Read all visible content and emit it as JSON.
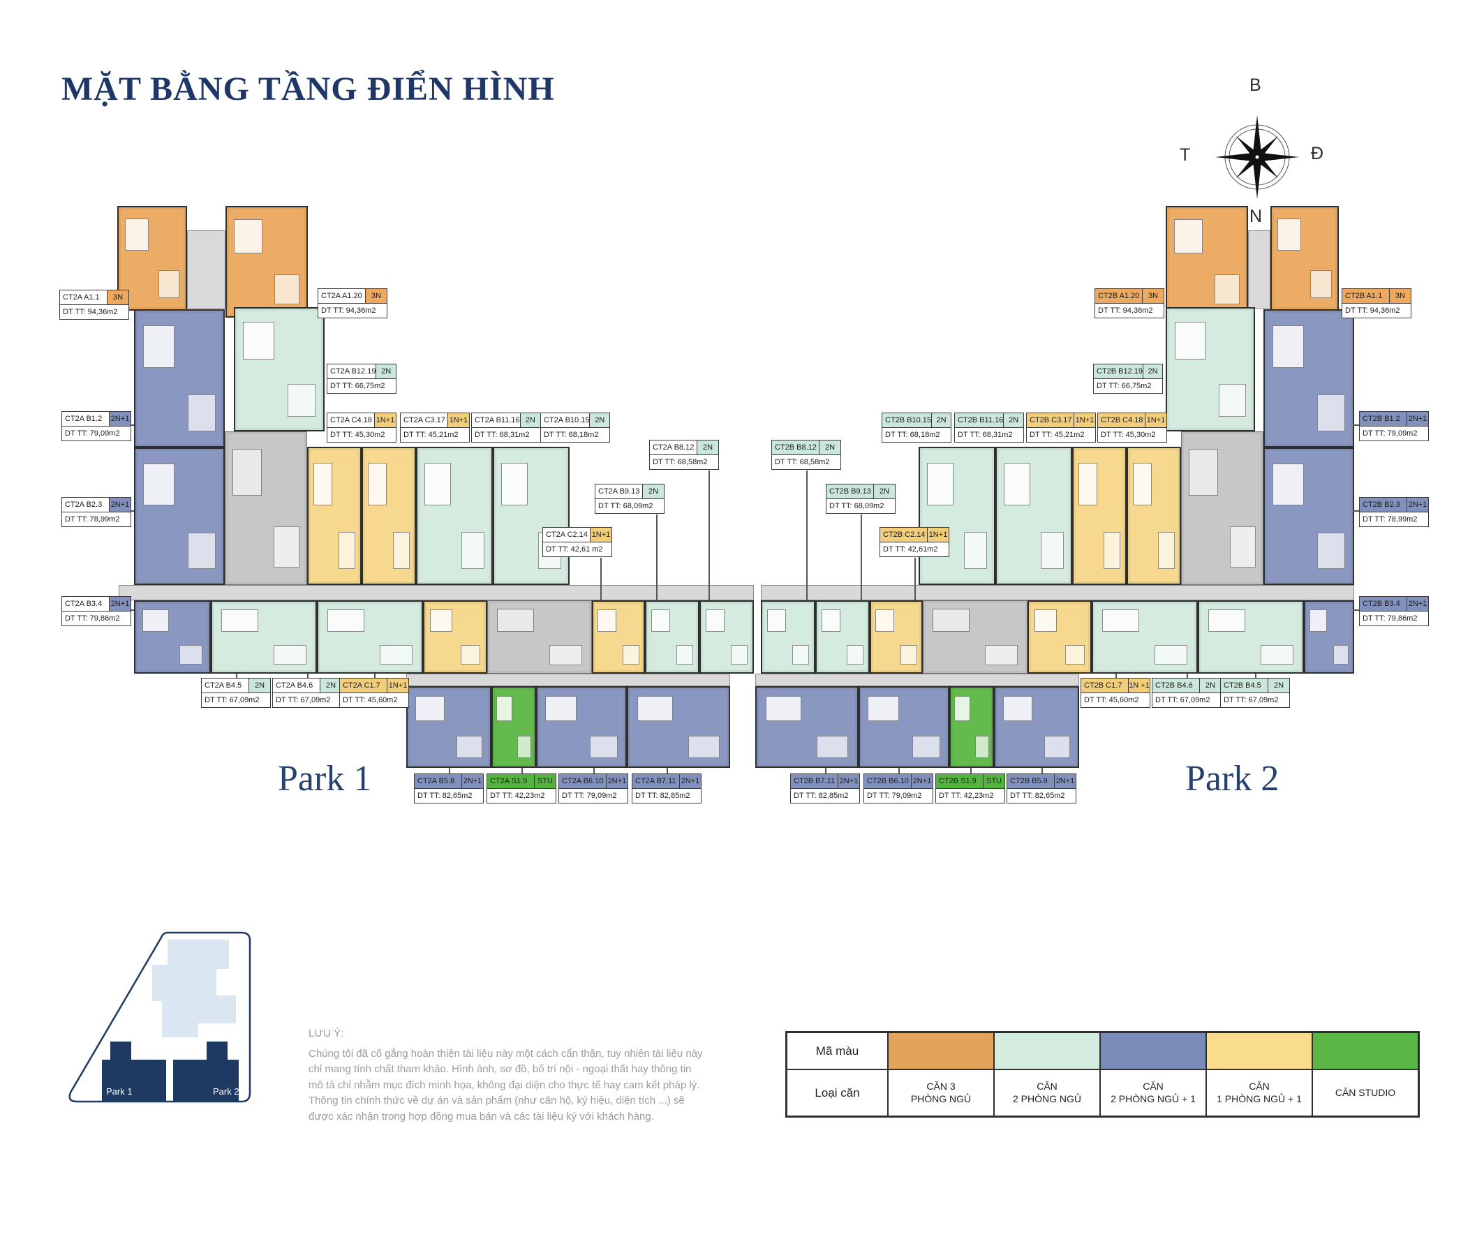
{
  "title": "MẶT BẰNG TẦNG ĐIỂN HÌNH",
  "compass": {
    "north": "B",
    "east": "Đ",
    "south": "N",
    "west": "T"
  },
  "park1": {
    "title": "Park 1",
    "units": [
      {
        "code": "CT2A A1.1",
        "type": "3N",
        "area": "DT TT: 94,36m2"
      },
      {
        "code": "CT2A A1.20",
        "type": "3N",
        "area": "DT TT: 94,36m2"
      },
      {
        "code": "CT2A B12.19",
        "type": "2N",
        "area": "DT TT: 66,75m2"
      },
      {
        "code": "CT2A B1.2",
        "type": "2N+1",
        "area": "DT TT: 79,09m2"
      },
      {
        "code": "CT2A C4.18",
        "type": "1N+1",
        "area": "DT TT: 45,30m2"
      },
      {
        "code": "CT2A C3.17",
        "type": "1N+1",
        "area": "DT TT: 45,21m2"
      },
      {
        "code": "CT2A B11.16",
        "type": "2N",
        "area": "DT TT: 68,31m2"
      },
      {
        "code": "CT2A B10.15",
        "type": "2N",
        "area": "DT TT: 68,18m2"
      },
      {
        "code": "CT2A B8.12",
        "type": "2N",
        "area": "DT TT: 68,58m2"
      },
      {
        "code": "CT2A B2.3",
        "type": "2N+1",
        "area": "DT TT: 78,99m2"
      },
      {
        "code": "CT2A B9.13",
        "type": "2N",
        "area": "DT TT: 68,09m2"
      },
      {
        "code": "CT2A C2.14",
        "type": "1N+1",
        "area": "DT TT: 42,61 m2"
      },
      {
        "code": "CT2A B3.4",
        "type": "2N+1",
        "area": "DT TT: 79,86m2"
      },
      {
        "code": "CT2A B4.5",
        "type": "2N",
        "area": "DT TT: 67,09m2"
      },
      {
        "code": "CT2A B4.6",
        "type": "2N",
        "area": "DT TT: 67,09m2"
      },
      {
        "code": "CT2A C1.7",
        "type": "1N+1",
        "area": "DT TT: 45,60m2"
      },
      {
        "code": "CT2A B5.8",
        "type": "2N+1",
        "area": "DT TT: 82,65m2"
      },
      {
        "code": "CT2A S1.9",
        "type": "STU",
        "area": "DT TT: 42,23m2"
      },
      {
        "code": "CT2A B6.10",
        "type": "2N+1",
        "area": "DT TT: 79,09m2"
      },
      {
        "code": "CT2A B7.11",
        "type": "2N+1",
        "area": "DT TT: 82,85m2"
      }
    ]
  },
  "park2": {
    "title": "Park 2",
    "units": [
      {
        "code": "CT2B A1.20",
        "type": "3N",
        "area": "DT TT: 94,36m2"
      },
      {
        "code": "CT2B A1.1",
        "type": "3N",
        "area": "DT TT: 94,36m2"
      },
      {
        "code": "CT2B B12.19",
        "type": "2N",
        "area": "DT TT: 66,75m2"
      },
      {
        "code": "CT2B B10.15",
        "type": "2N",
        "area": "DT TT: 68,18m2"
      },
      {
        "code": "CT2B B11.16",
        "type": "2N",
        "area": "DT TT: 68,31m2"
      },
      {
        "code": "CT2B C3.17",
        "type": "1N+1",
        "area": "DT TT: 45,21m2"
      },
      {
        "code": "CT2B C4.18",
        "type": "1N+1",
        "area": "DT TT: 45,30m2"
      },
      {
        "code": "CT2B B8.12",
        "type": "2N",
        "area": "DT TT: 68,58m2"
      },
      {
        "code": "CT2B B1.2",
        "type": "2N+1",
        "area": "DT TT: 79,09m2"
      },
      {
        "code": "CT2B B9.13",
        "type": "2N",
        "area": "DT TT: 68,09m2"
      },
      {
        "code": "CT2B C2.14",
        "type": "1N+1",
        "area": "DT TT: 42,61m2"
      },
      {
        "code": "CT2B B2.3",
        "type": "2N+1",
        "area": "DT TT: 78,99m2"
      },
      {
        "code": "CT2B B3.4",
        "type": "2N+1",
        "area": "DT TT: 79,86m2"
      },
      {
        "code": "CT2B C1.7",
        "type": "1N +1",
        "area": "DT TT: 45,60m2"
      },
      {
        "code": "CT2B B4.6",
        "type": "2N",
        "area": "DT TT: 67,09m2"
      },
      {
        "code": "CT2B B4.5",
        "type": "2N",
        "area": "DT TT: 67,09m2"
      },
      {
        "code": "CT2B B7.11",
        "type": "2N+1",
        "area": "DT TT: 82,85m2"
      },
      {
        "code": "CT2B B6.10",
        "type": "2N+1",
        "area": "DT TT: 79,09m2"
      },
      {
        "code": "CT2B S1.9",
        "type": "STU",
        "area": "DT TT: 42,23m2"
      },
      {
        "code": "CT2B B5.8",
        "type": "2N+1",
        "area": "DT TT: 82,65m2"
      }
    ]
  },
  "site_key": {
    "park1_label": "Park 1",
    "park2_label": "Park 2"
  },
  "note": {
    "heading": "LƯU Ý:",
    "body": "Chúng tôi đã cố gắng hoàn thiện tài liệu này một cách cẩn thận, tuy nhiên tài liệu này chỉ mang tính chất tham khảo. Hình ảnh, sơ đồ, bố trí nội - ngoại thất hay thông tin mô tả chỉ nhằm mục đích minh họa, không đại diện cho thực tế hay cam kết pháp lý. Thông tin chính thức về dự án và sản phẩm (như căn hộ, ký hiệu, diện tích ...) sẽ được xác nhận trong hợp đồng mua bán và các tài liệu ký với khách hàng."
  },
  "legend": {
    "row1_label": "Mã màu",
    "row2_label": "Loại căn",
    "types": [
      {
        "color": "#e2a35b",
        "label": "CĂN 3\nPHÒNG NGỦ"
      },
      {
        "color": "#d7ece1",
        "label": "CĂN\n2 PHÒNG NGỦ"
      },
      {
        "color": "#7b8bb7",
        "label": "CĂN\n2 PHÒNG NGỦ + 1"
      },
      {
        "color": "#fadc8e",
        "label": "CĂN\n1 PHÒNG NGỦ + 1"
      },
      {
        "color": "#5bb745",
        "label": "CĂN STUDIO"
      }
    ]
  }
}
